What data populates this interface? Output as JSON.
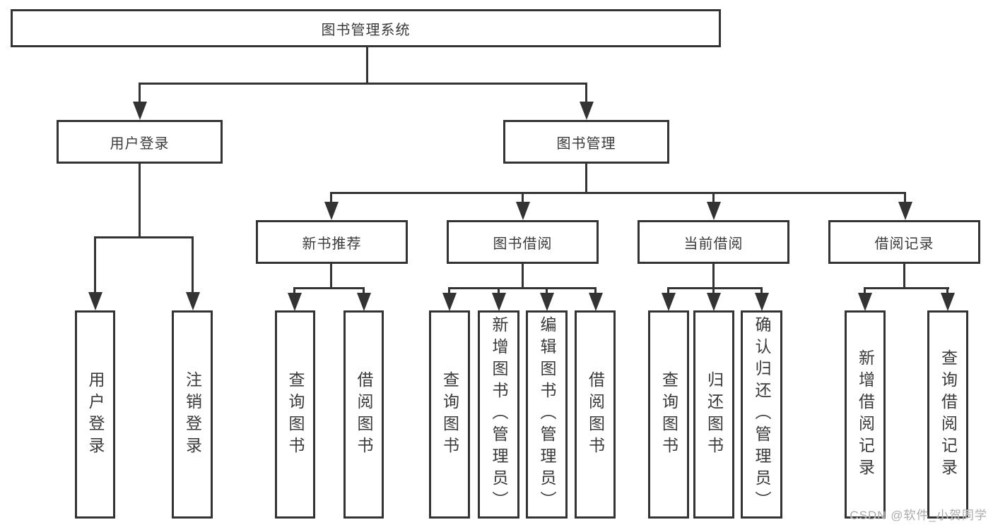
{
  "diagram": {
    "root": "图书管理系统",
    "branches": [
      {
        "label": "用户登录",
        "children": [
          "用户登录",
          "注销登录"
        ]
      },
      {
        "label": "图书管理",
        "groups": [
          {
            "label": "新书推荐",
            "children": [
              "查询图书",
              "借阅图书"
            ]
          },
          {
            "label": "图书借阅",
            "children": [
              "查询图书",
              "新增图书（管理员）",
              "编辑图书（管理员）",
              "借阅图书"
            ]
          },
          {
            "label": "当前借阅",
            "children": [
              "查询图书",
              "归还图书",
              "确认归还（管理员）"
            ]
          },
          {
            "label": "借阅记录",
            "children": [
              "新增借阅记录",
              "查询借阅记录"
            ]
          }
        ]
      }
    ]
  },
  "watermark": {
    "text": "CSDN @软件_小贺同学"
  },
  "colors": {
    "line": "#333333",
    "text": "#3a3a3a",
    "background": "#ffffff",
    "watermark": "#ababab"
  }
}
